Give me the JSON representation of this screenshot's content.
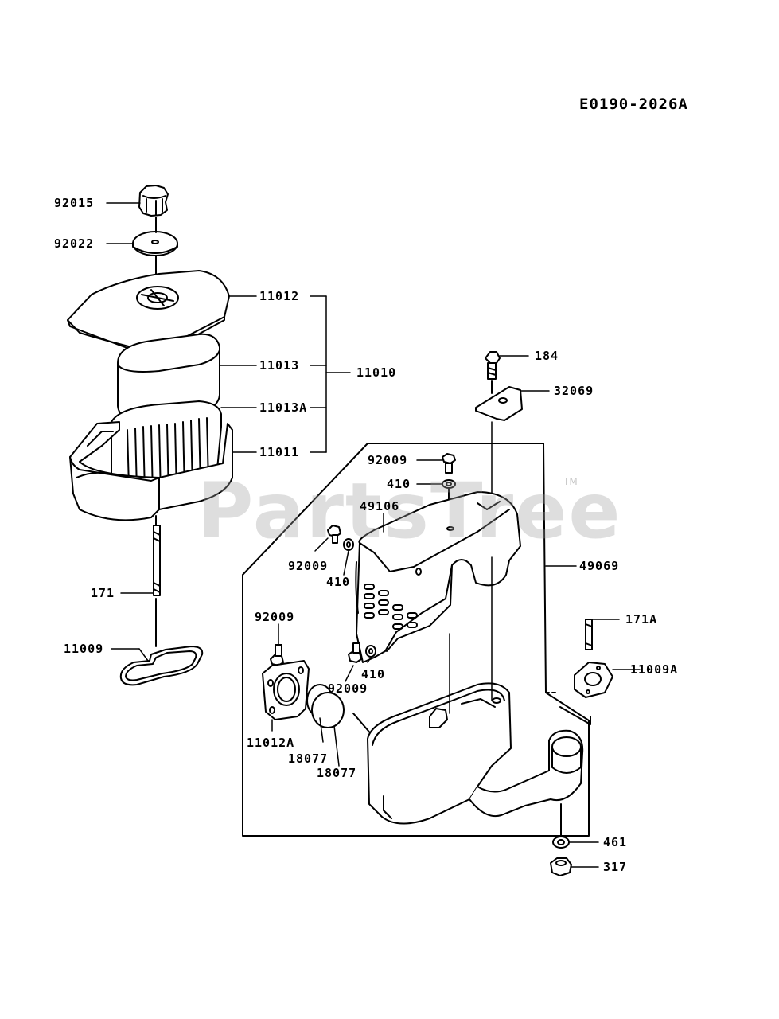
{
  "diagram_code": "E0190-2026A",
  "watermark": "PartsTree",
  "watermark_mark": "TM",
  "labels": {
    "p92015": "92015",
    "p92022": "92022",
    "p11012": "11012",
    "p11013": "11013",
    "p11010": "11010",
    "p11013A": "11013A",
    "p11011": "11011",
    "p171": "171",
    "p11009": "11009",
    "p184": "184",
    "p32069": "32069",
    "p92009_top": "92009",
    "p410_top": "410",
    "p49106": "49106",
    "p92009_left": "92009",
    "p410_left": "410",
    "p49069": "49069",
    "p92009_flange": "92009",
    "p171A": "171A",
    "p11009A": "11009A",
    "p410_low": "410",
    "p92009_low": "92009",
    "p11012A": "11012A",
    "p18077_a": "18077",
    "p18077_b": "18077",
    "p461": "461",
    "p317": "317"
  }
}
